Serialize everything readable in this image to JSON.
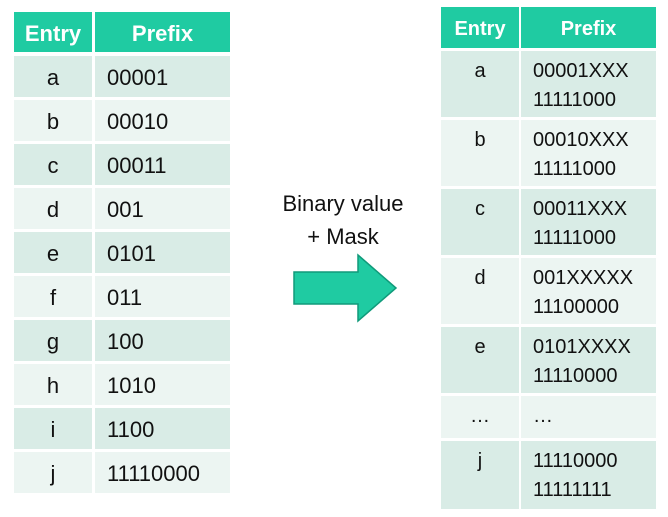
{
  "left_table": {
    "headers": {
      "entry": "Entry",
      "prefix": "Prefix"
    },
    "rows": [
      {
        "entry": "a",
        "prefix": "00001"
      },
      {
        "entry": "b",
        "prefix": "00010"
      },
      {
        "entry": "c",
        "prefix": "00011"
      },
      {
        "entry": "d",
        "prefix": "001"
      },
      {
        "entry": "e",
        "prefix": "0101"
      },
      {
        "entry": "f",
        "prefix": "011"
      },
      {
        "entry": "g",
        "prefix": "100"
      },
      {
        "entry": "h",
        "prefix": "1010"
      },
      {
        "entry": "i",
        "prefix": "1100"
      },
      {
        "entry": "j",
        "prefix": "11110000"
      }
    ]
  },
  "transform": {
    "line1": "Binary value",
    "line2": "+ Mask",
    "arrow_color": "#1fcba2"
  },
  "right_table": {
    "headers": {
      "entry": "Entry",
      "prefix": "Prefix"
    },
    "rows": [
      {
        "entry": "a",
        "value": "00001XXX",
        "mask": "11111000"
      },
      {
        "entry": "b",
        "value": "00010XXX",
        "mask": "11111000"
      },
      {
        "entry": "c",
        "value": "00011XXX",
        "mask": "11111000"
      },
      {
        "entry": "d",
        "value": "001XXXXX",
        "mask": "11100000"
      },
      {
        "entry": "e",
        "value": "0101XXXX",
        "mask": "11110000"
      },
      {
        "entry": "…",
        "value": "…",
        "mask": ""
      },
      {
        "entry": "j",
        "value": "11110000",
        "mask": "11111111"
      }
    ]
  },
  "colors": {
    "header": "#1fcba2",
    "row_dark": "#d9ece6",
    "row_light": "#ecf5f2"
  }
}
